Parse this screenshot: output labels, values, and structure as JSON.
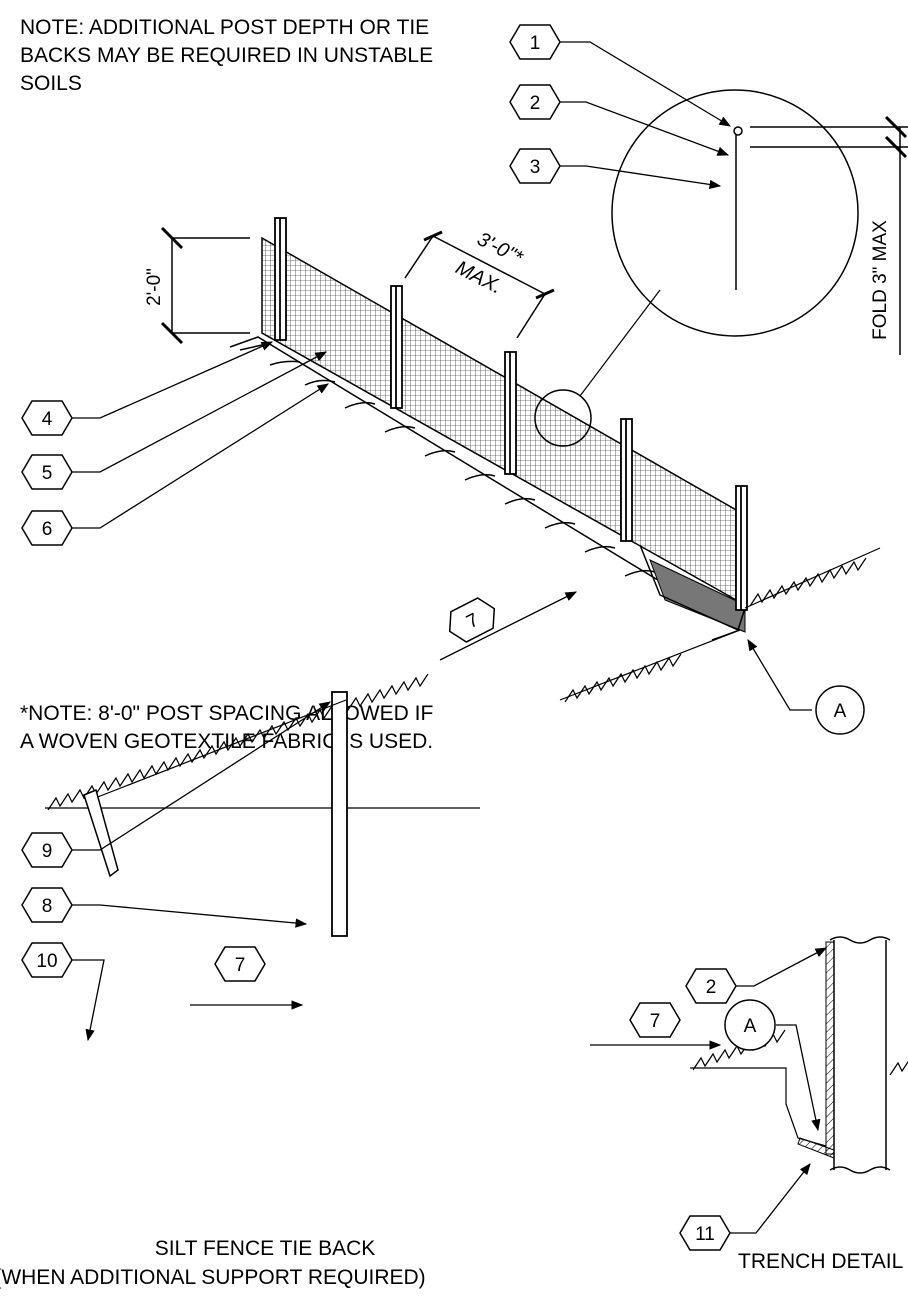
{
  "notes": {
    "top": "NOTE: ADDITIONAL POST DEPTH OR TIE\nBACKS MAY BE REQUIRED IN UNSTABLE\nSOILS",
    "bottom": "*NOTE: 8'-0\" POST SPACING ALLOWED IF\nA WOVEN GEOTEXTILE FABRIC IS USED."
  },
  "dimensions": {
    "height": "2'-0\"",
    "spacing_value": "3'-0\"*",
    "spacing_max": "MAX.",
    "fold": "FOLD 3\" MAX"
  },
  "callouts": {
    "c1": "1",
    "c2": "2",
    "c3": "3",
    "c4": "4",
    "c5": "5",
    "c6": "6",
    "c7": "7",
    "cA": "A",
    "c9": "9",
    "c8": "8",
    "c10": "10",
    "c7b": "7",
    "c2b": "2",
    "c7c": "7",
    "cAb": "A",
    "c11": "11"
  },
  "captions": {
    "tieback_line1": "SILT FENCE TIE BACK",
    "tieback_line2": "(WHEN ADDITIONAL SUPPORT REQUIRED)",
    "trench": "TRENCH DETAIL"
  }
}
